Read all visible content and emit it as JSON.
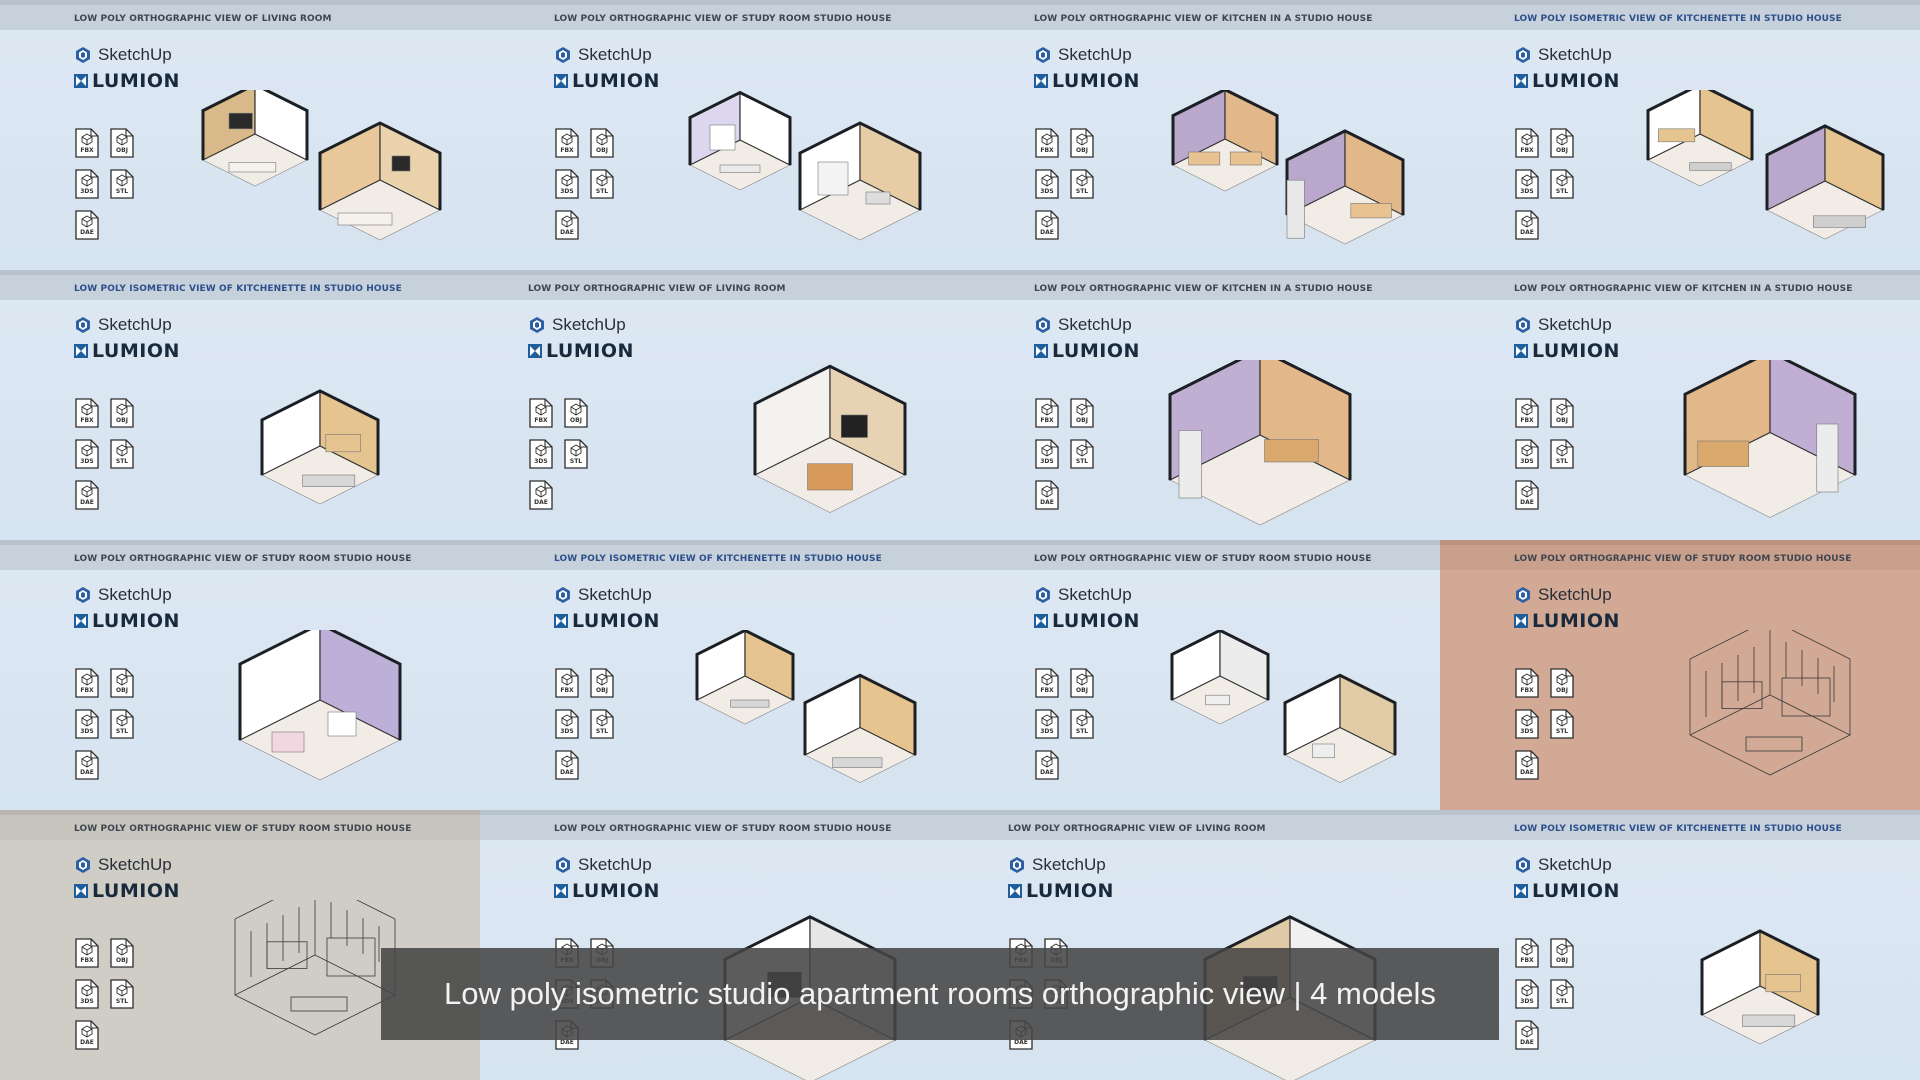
{
  "brand": {
    "sketchup": "SketchUp",
    "lumion": "LUMION",
    "formats": [
      "FBX",
      "OBJ",
      "3DS",
      "STL",
      "DAE"
    ]
  },
  "tiles": [
    {
      "title": "LOW POLY ORTHOGRAPHIC VIEW OF LIVING ROOM",
      "scene": "living-pair",
      "wall": "#e8c89a"
    },
    {
      "title": "LOW POLY ORTHOGRAPHIC VIEW OF STUDY ROOM STUDIO HOUSE",
      "scene": "study-pair",
      "wall": "#e6cda6"
    },
    {
      "title": "LOW POLY ORTHOGRAPHIC VIEW OF KITCHEN IN A STUDIO HOUSE",
      "scene": "kitchen-pair",
      "wall": "#b9a8cc"
    },
    {
      "title": "LOW POLY ISOMETRIC VIEW OF KITCHENETTE IN STUDIO HOUSE",
      "scene": "kitchenette-pair",
      "wall": "#b9a8cc",
      "accent": true
    },
    {
      "title": "LOW POLY ISOMETRIC VIEW OF KITCHENETTE IN STUDIO HOUSE",
      "scene": "kitchenette-single",
      "wall": "#e5c594",
      "accent": true
    },
    {
      "title": "LOW POLY ORTHOGRAPHIC VIEW OF LIVING ROOM",
      "scene": "living-single",
      "wall": "#e7d3b3",
      "shift": true
    },
    {
      "title": "LOW POLY ORTHOGRAPHIC VIEW OF KITCHEN IN A STUDIO HOUSE",
      "scene": "kitchen-big",
      "wall": "#c1afd3"
    },
    {
      "title": "LOW POLY ORTHOGRAPHIC VIEW OF KITCHEN IN A STUDIO HOUSE",
      "scene": "kitchen-big2",
      "wall": "#c1afd3"
    },
    {
      "title": "LOW POLY ORTHOGRAPHIC VIEW OF STUDY ROOM STUDIO HOUSE",
      "scene": "study-single",
      "wall": "#bdb0d8"
    },
    {
      "title": "LOW POLY ISOMETRIC VIEW OF KITCHENETTE IN STUDIO HOUSE",
      "scene": "kitchenette-pair2",
      "wall": "#e5c594",
      "accent": true
    },
    {
      "title": "LOW POLY ORTHOGRAPHIC VIEW OF STUDY ROOM STUDIO HOUSE",
      "scene": "study-pair2",
      "wall": "#e2cca8"
    },
    {
      "title": "LOW POLY ORTHOGRAPHIC VIEW OF STUDY ROOM STUDIO HOUSE",
      "scene": "study-wire",
      "wall": "#b49a86",
      "tint": "peach"
    },
    {
      "title": "LOW POLY ORTHOGRAPHIC VIEW OF STUDY ROOM STUDIO HOUSE",
      "scene": "study-wire2",
      "wall": "#cfcdc6",
      "tint": "grey"
    },
    {
      "title": "LOW POLY ORTHOGRAPHIC VIEW OF STUDY ROOM STUDIO HOUSE",
      "scene": "study-tv",
      "wall": "#e2cca8"
    },
    {
      "title": "LOW POLY ORTHOGRAPHIC VIEW OF LIVING ROOM",
      "scene": "living-tv",
      "wall": "#e0c9a6",
      "shift": true
    },
    {
      "title": "LOW POLY ISOMETRIC VIEW OF KITCHENETTE IN STUDIO HOUSE",
      "scene": "kitchenette-single2",
      "wall": "#e5c594",
      "accent": true
    }
  ],
  "caption": "Low poly isometric studio apartment rooms orthographic view | 4 models",
  "colors": {
    "sketchup_blue": "#2d5fa3",
    "lumion_blue": "#1f5e9c",
    "caption_bg": "#464646"
  }
}
